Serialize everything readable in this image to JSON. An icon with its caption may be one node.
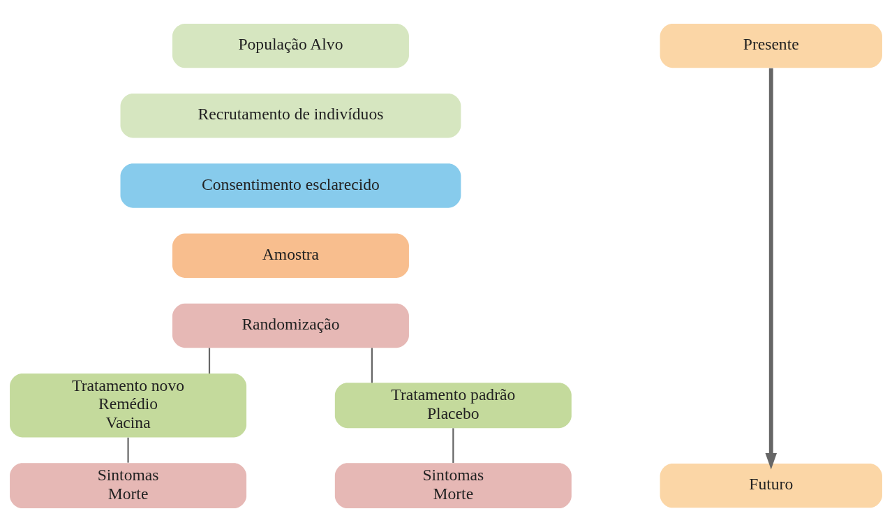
{
  "diagram": {
    "nodes": [
      {
        "text": [
          "População Alvo"
        ]
      },
      {
        "text": [
          "Recrutamento de indivíduos"
        ]
      },
      {
        "text": [
          "Consentimento esclarecido"
        ]
      },
      {
        "text": [
          "Amostra"
        ]
      },
      {
        "text": [
          "Randomização"
        ]
      },
      {
        "text": [
          "Tratamento novo",
          "Remédio",
          "Vacina"
        ]
      },
      {
        "text": [
          "Tratamento padrão",
          "Placebo"
        ]
      },
      {
        "text": [
          "Sintomas",
          "Morte"
        ]
      },
      {
        "text": [
          "Sintomas",
          "Morte"
        ]
      },
      {
        "text": [
          "Presente"
        ]
      },
      {
        "text": [
          "Futuro"
        ]
      }
    ],
    "edges": [
      {
        "from": 4,
        "to": 5,
        "arrow": "none"
      },
      {
        "from": 4,
        "to": 6,
        "arrow": "none"
      },
      {
        "from": 5,
        "to": 7,
        "arrow": "none"
      },
      {
        "from": 6,
        "to": 8,
        "arrow": "none"
      },
      {
        "from": 9,
        "to": 10,
        "arrow": "to",
        "style": "thick"
      }
    ]
  }
}
